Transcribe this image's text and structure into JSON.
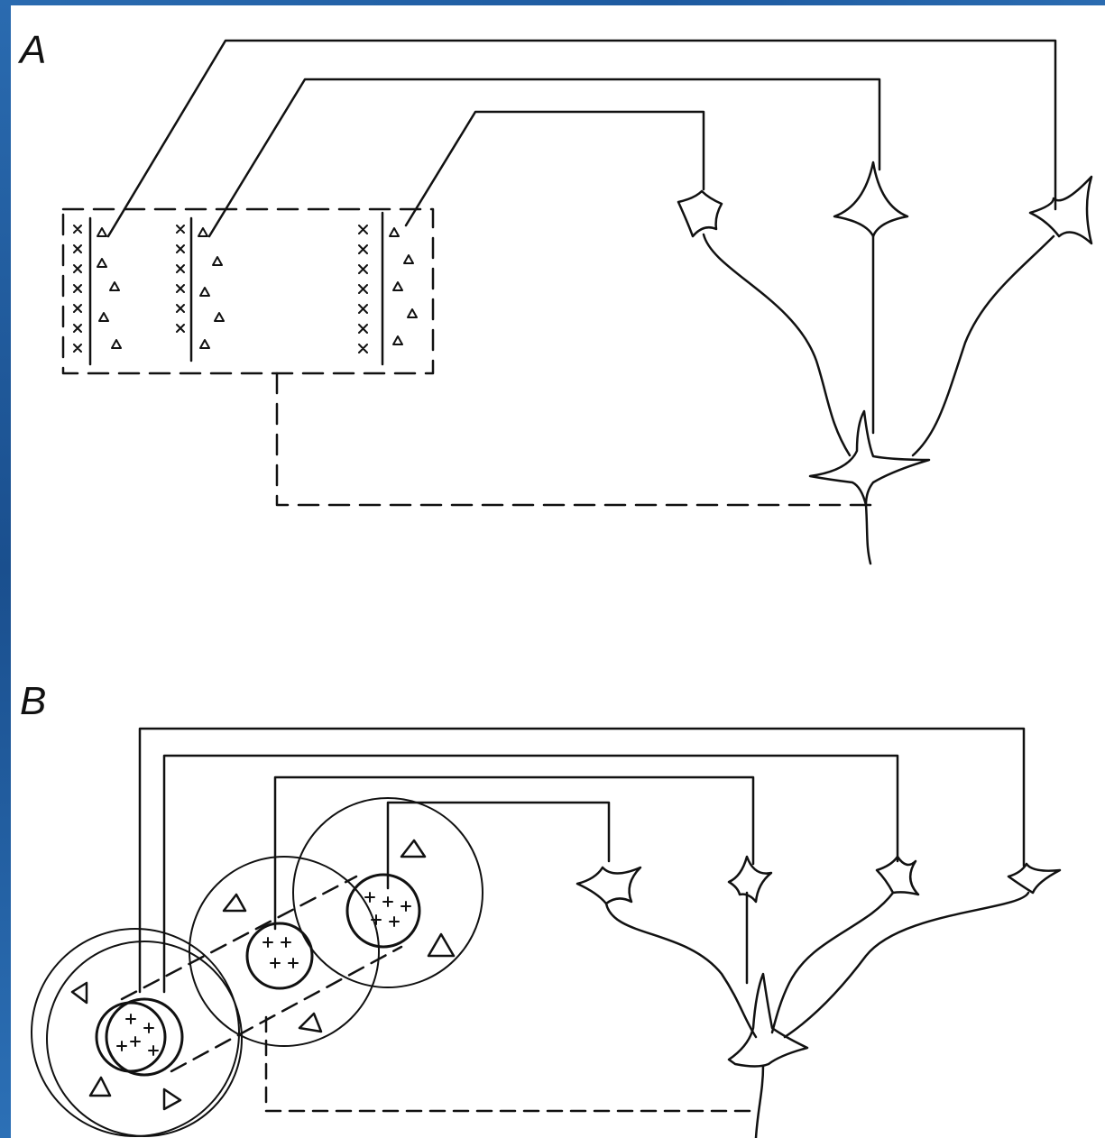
{
  "panels": [
    {
      "id": "A",
      "label": "A"
    },
    {
      "id": "B",
      "label": "B"
    }
  ],
  "colors": {
    "frame": "#1f5a9a",
    "background": "#ffffff",
    "ink": "#111111"
  }
}
